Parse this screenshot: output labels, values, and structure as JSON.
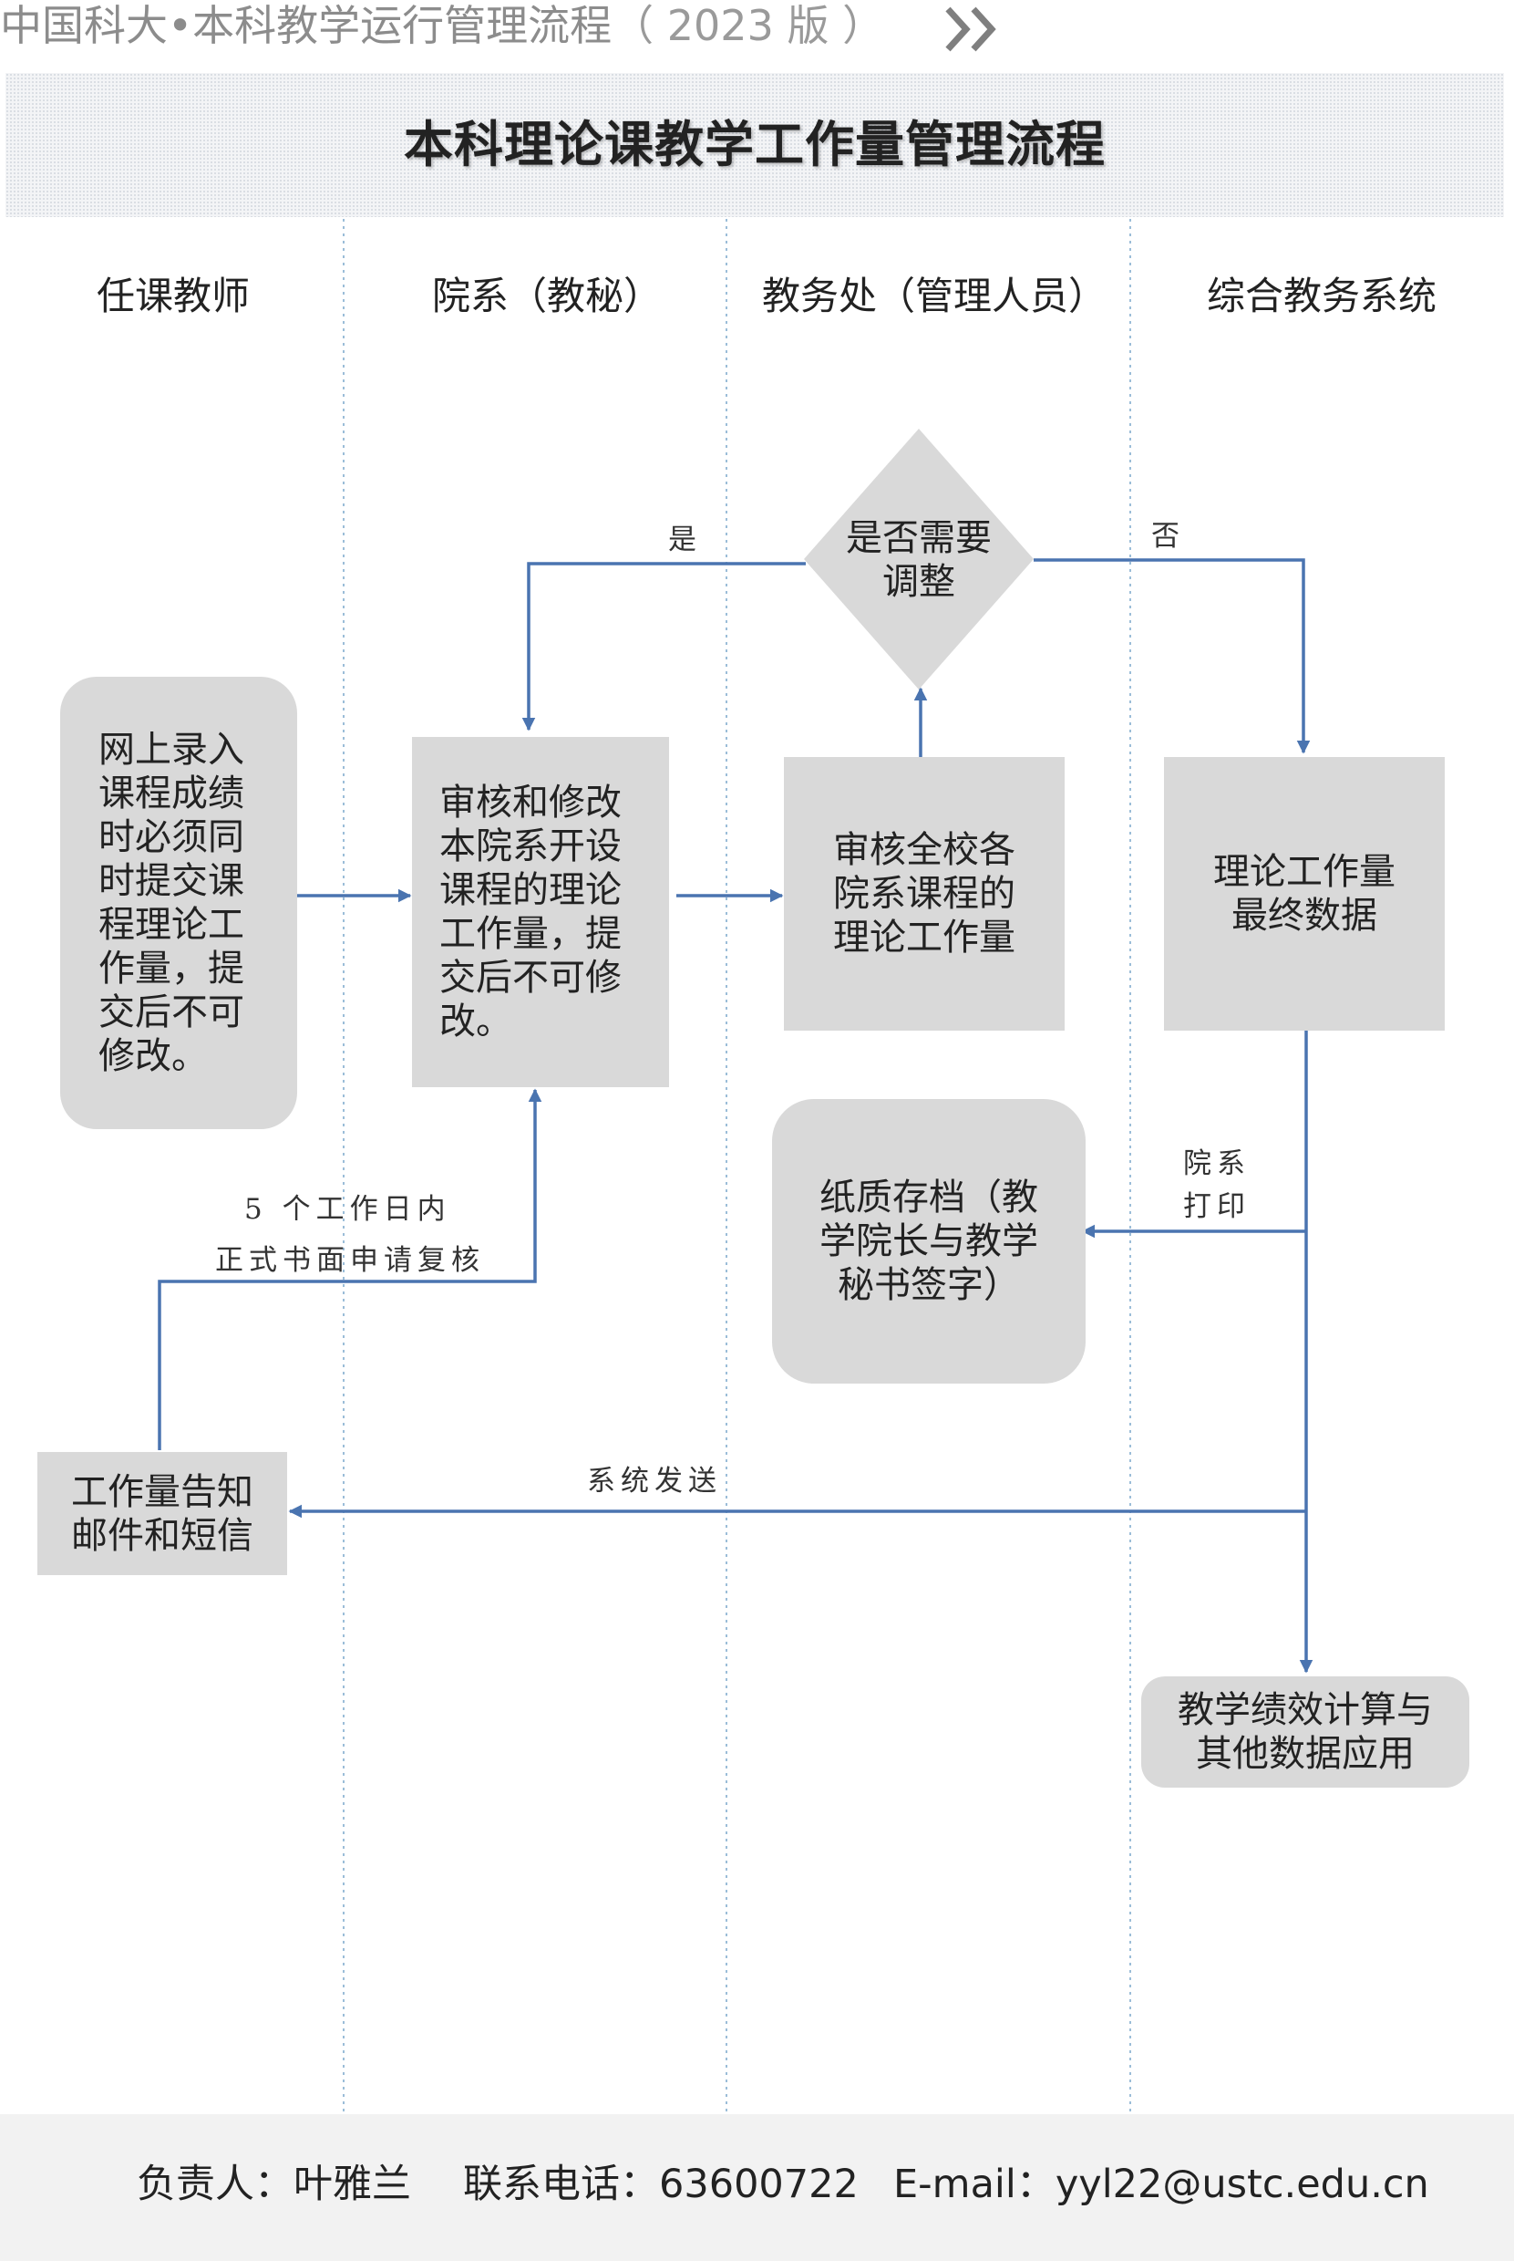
{
  "header": {
    "text": "中国科大•本科教学运行管理流程",
    "version": "（ 2023 版 ）",
    "chevron_icon": "double-chevron-right-icon"
  },
  "title": "本科理论课教学工作量管理流程",
  "lanes": [
    "任课教师",
    "院系（教秘）",
    "教务处（管理人员）",
    "综合教务系统"
  ],
  "nodes": {
    "teacher_entry": "网上录入课程成绩时必须同时提交课程理论工作量，提交后不可修改。",
    "dept_review": "审核和修改本院系开设课程的理论工作量，提交后不可修改。",
    "office_review": "审核全校各院系课程的理论工作量",
    "need_adjust": "是否需要调整",
    "final_data": "理论工作量最终数据",
    "paper_archive": "纸质存档（教学院长与教学秘书签字）",
    "notify": "工作量告知邮件和短信",
    "apply": "教学绩效计算与其他数据应用"
  },
  "edge_labels": {
    "yes": "是",
    "no": "否",
    "dept_print_1": "院系",
    "dept_print_2": "打印",
    "recheck_1": "5 个工作日内",
    "recheck_2": "正式书面申请复核",
    "system_send": "系统发送"
  },
  "footer": {
    "owner": "负责人：叶雅兰",
    "phone": "联系电话：63600722",
    "email": "E-mail：yyl22@ustc.edu.cn"
  },
  "colors": {
    "arrow": "#4a74b0",
    "box_fill": "#d9d9d9",
    "lane_divider": "#9bbdd8",
    "header_text": "#8c8c8c",
    "footer_bg": "#f2f2f2"
  }
}
